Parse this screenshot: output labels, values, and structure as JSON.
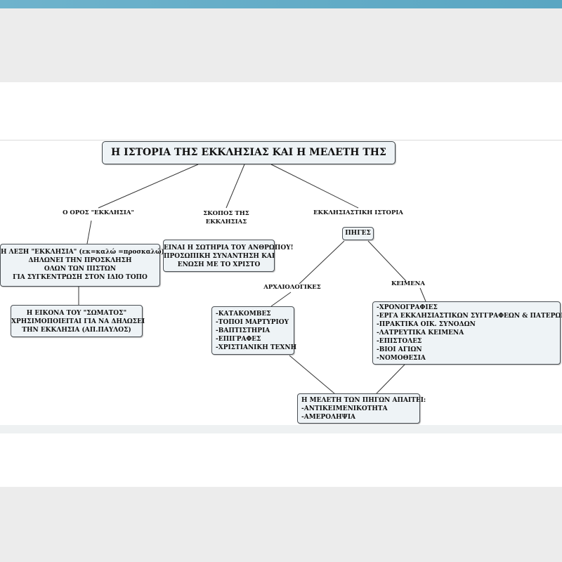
{
  "title": "Η ΙΣΤΟΡΙΑ ΤΗΣ ΕΚΚΛΗΣΙΑΣ ΚΑΙ Η ΜΕΛΕΤΗ ΤΗΣ",
  "branches": {
    "term_label": "Ο ΟΡΟΣ \"ΕΚΚΛΗΣΙΑ\"",
    "purpose_label": [
      "ΣΚΟΠΟΣ ΤΗΣ",
      "ΕΚΚΛΗΣΙΑΣ"
    ],
    "history_label": "ΕΚΚΛΗΣΙΑΣΤΙΚΗ ΙΣΤΟΡΙΑ"
  },
  "term_box": [
    "Η ΛΕΞΗ \"ΕΚΚΛΗΣΙΑ\" (εκ=καλώ =προσκαλώ)",
    "ΔΗΛΩΝΕΙ ΤΗΝ ΠΡΟΣΚΛΗΣΗ",
    "ΟΛΩΝ ΤΩΝ ΠΙΣΤΩΝ",
    "ΓΙΑ ΣΥΓΚΕΝΤΡΩΣΗ ΣΤΟΝ ΙΔΙΟ ΤΟΠΟ"
  ],
  "body_box": [
    "Η ΕΙΚΟΝΑ ΤΟΥ \"ΣΩΜΑΤΟΣ\"",
    "ΧΡΗΣΙΜΟΠΟΙΕΙΤΑΙ ΓΙΑ ΝΑ ΔΗΛΩΣΕΙ",
    "ΤΗΝ ΕΚΚΛΗΣΙΑ (ΑΠ.ΠΑΥΛΟΣ)"
  ],
  "purpose_box": [
    "ΕΙΝΑΙ Η ΣΩΤΗΡΙΑ ΤΟΥ ΑΝΘΡΩΠΟΥ!",
    "ΠΡΟΣΩΠΙΚΗ ΣΥΝΑΝΤΗΣΗ ΚΑΙ",
    "ΕΝΩΣΗ ΜΕ ΤΟ ΧΡΙΣΤΟ"
  ],
  "sources_node": "ΠΗΓΕΣ",
  "archaeological": {
    "label": "ΑΡΧΑΙΟΛΟΓΙΚΕΣ",
    "items": [
      "-ΚΑΤΑΚΟΜΒΕΣ",
      "-ΤΟΠΟΙ ΜΑΡΤΥΡΙΟΥ",
      "-ΒΑΠΤΙΣΤΗΡΙΑ",
      "-ΕΠΙΓΡΑΦΕΣ",
      "-ΧΡΙΣΤΙΑΝΙΚΗ ΤΕΧΝΗ"
    ]
  },
  "texts": {
    "label": "ΚΕΙΜΕΝΑ",
    "items": [
      "-ΧΡΟΝΟΓΡΑΦΙΕΣ",
      "-ΕΡΓΑ ΕΚΚΛΗΣΙΑΣΤΙΚΩΝ ΣΥΓΓΡΑΦΕΩΝ & ΠΑΤΕΡΩΝ",
      "-ΠΡΑΚΤΙΚΑ ΟΙΚ. ΣΥΝΟΔΩΝ",
      "-ΛΑΤΡΕΥΤΙΚΑ ΚΕΙΜΕΝΑ",
      "-ΕΠΙΣΤΟΛΕΣ",
      "-ΒΙΟΙ ΑΓΙΩΝ",
      "-ΝΟΜΟΘΕΣΙΑ"
    ]
  },
  "study_box": [
    "Η ΜΕΛΕΤΗ ΤΩΝ ΠΗΓΩΝ ΑΠΑΙΤΕΙ:",
    "-ΑΝΤΙΚΕΙΜΕΝΙΚΟΤΗΤΑ",
    "-ΑΜΕΡΟΛΗΨΙΑ"
  ],
  "colors": {
    "node_fill": "#eef3f6",
    "node_border": "#4a4f54",
    "top_bar": "#5aa6c2"
  }
}
